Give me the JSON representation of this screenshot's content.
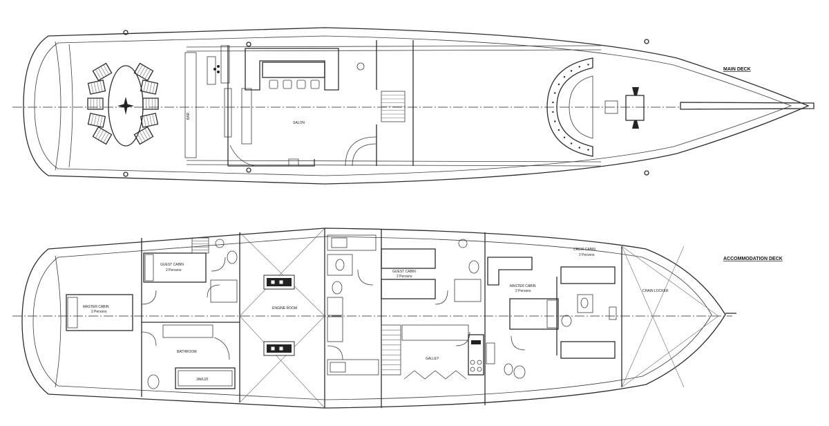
{
  "decks": {
    "main": {
      "title": "MAIN DECK",
      "labels": {
        "bar": "BAR",
        "salon": "SALON"
      }
    },
    "accommodation": {
      "title": "ACCOMMODATION DECK",
      "labels": {
        "master_cabin_aft": "MASTER CABIN",
        "master_cabin_aft_persons": "2 Persons",
        "guest_cabin_1": "GUEST CABIN",
        "guest_cabin_1_persons": "2 Persons",
        "bathroom": "BATHROOM",
        "jakuzi": "JAKUZI",
        "engine_room": "ENGINE ROOM",
        "guest_cabin_2": "GUEST CABIN",
        "guest_cabin_2_persons": "2 Persons",
        "galley": "GALLEY",
        "master_cabin_fwd": "MASTER CABIN",
        "master_cabin_fwd_persons": "2 Persons",
        "crew_cabin": "CREW CABIN",
        "crew_cabin_persons": "2 Persons",
        "chain_locker": "CHAIN LOCKER"
      }
    }
  }
}
